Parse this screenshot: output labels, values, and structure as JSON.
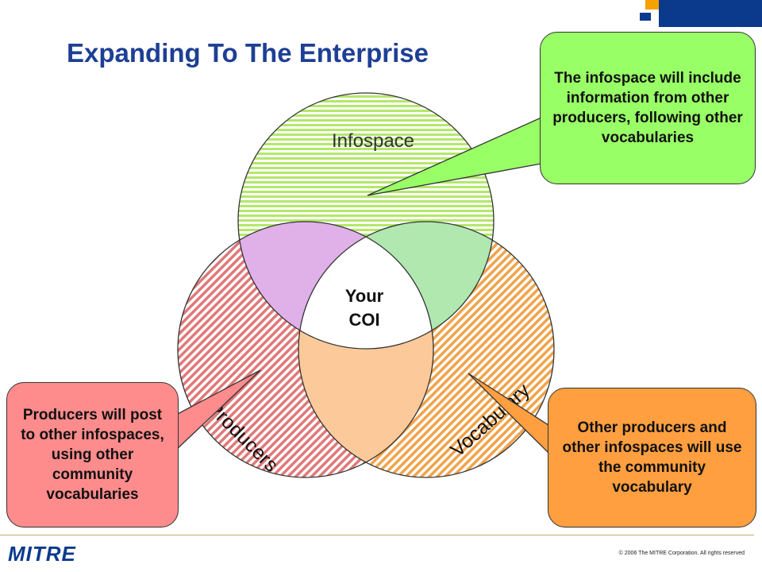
{
  "title": "Expanding To The Enterprise",
  "circles": {
    "infospace": "Infospace",
    "producers": "Producers",
    "vocabulary": "Vocabulary",
    "center": [
      "Your",
      "COI"
    ]
  },
  "callouts": {
    "top": "The infospace will include information from other producers, following other vocabularies",
    "left": "Producers will post to other infospaces, using other community vocabularies",
    "right": "Other producers and other infospaces will use the community vocabulary"
  },
  "footer": {
    "logo": "MITRE",
    "copyright": "© 2006 The MITRE Corporation. All rights reserved"
  },
  "colors": {
    "title": "#1d3f94",
    "infospace": "#b3e86a",
    "producers": "#e07878",
    "vocabulary": "#f0a34a",
    "infospace_producers": "#e0b0e8",
    "infospace_vocabulary": "#b0e8b0",
    "producers_vocabulary": "#fcc99a",
    "center": "#ffffff",
    "callout_top": "#99ff66",
    "callout_left": "#ff8c8c",
    "callout_right": "#ff9f40",
    "brand_blue": "#0b3a8c",
    "brand_orange": "#f5a200"
  }
}
